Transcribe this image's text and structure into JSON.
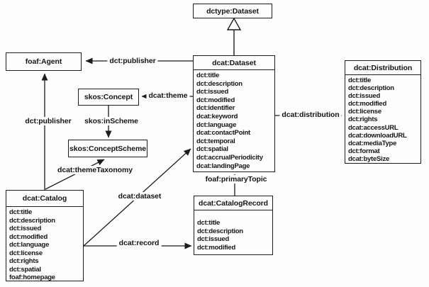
{
  "diagram": {
    "colors": {
      "line": "#1c1c1c",
      "background": "#fdfdfd",
      "text": "#151515"
    },
    "boxes": {
      "dctype_dataset": {
        "title": "dctype:Dataset",
        "attributes": []
      },
      "foaf_agent": {
        "title": "foaf:Agent",
        "attributes": []
      },
      "skos_concept": {
        "title": "skos:Concept",
        "attributes": []
      },
      "skos_concept_scheme": {
        "title": "skos:ConceptScheme",
        "attributes": []
      },
      "dcat_dataset": {
        "title": "dcat:Dataset",
        "attributes": [
          "dct:title",
          "dct:description",
          "dct:issued",
          "dct:modified",
          "dct:identifier",
          "dcat:keyword",
          "dct:language",
          "dcat:contactPoint",
          "dct:temporal",
          "dct:spatial",
          "dct:accrualPeriodicity",
          "dcat:landingPage"
        ]
      },
      "dcat_distribution": {
        "title": "dcat:Distribution",
        "attributes": [
          "dct:title",
          "dct:description",
          "dct:issued",
          "dct:modified",
          "dct:license",
          "dct:rights",
          "dcat:accessURL",
          "dcat:downloadURL",
          "dcat:mediaType",
          "dct:format",
          "dcat:byteSize"
        ]
      },
      "dcat_catalog": {
        "title": "dcat:Catalog",
        "attributes": [
          "dct:title",
          "dct:description",
          "dct:issued",
          "dct:modified",
          "dct:language",
          "dct:license",
          "dct:rights",
          "dct:spatial",
          "foaf:homepage"
        ]
      },
      "dcat_catalog_record": {
        "title": "dcat:CatalogRecord",
        "attributes": [
          "dct:title",
          "dct:description",
          "dct:issued",
          "dct:modified"
        ]
      }
    },
    "edge_labels": {
      "publisher_top": "dct:publisher",
      "publisher_left": "dct:publisher",
      "theme": "dcat:theme",
      "in_scheme": "skos:inScheme",
      "theme_taxonomy": "dcat:themeTaxonomy",
      "dataset": "dcat:dataset",
      "record": "dcat:record",
      "primary_topic": "foaf:primaryTopic",
      "distribution": "dcat:distribution"
    }
  }
}
